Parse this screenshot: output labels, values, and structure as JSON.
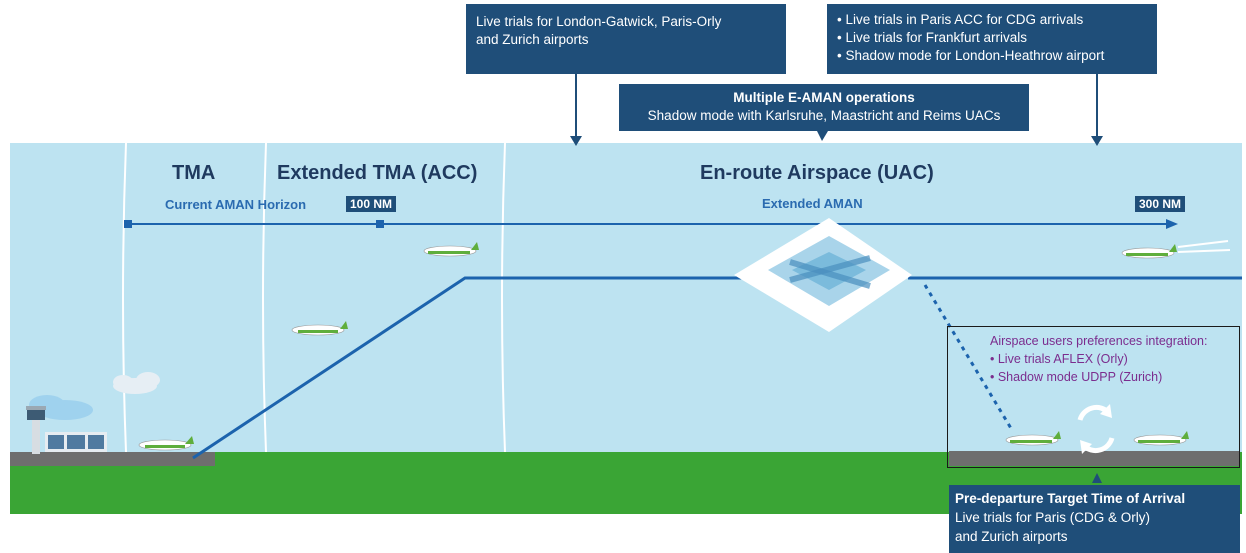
{
  "callouts": {
    "left_trials": {
      "lines": [
        "Live trials for London-Gatwick, Paris-Orly",
        "and Zurich airports"
      ]
    },
    "right_trials": {
      "lines": [
        "• Live trials in Paris ACC for CDG arrivals",
        "• Live trials for Frankfurt arrivals",
        "• Shadow mode for London-Heathrow airport"
      ]
    },
    "multiple_eaman": {
      "title": "Multiple E-AMAN operations",
      "subtitle": "Shadow mode with Karlsruhe, Maastricht and Reims UACs"
    },
    "pre_departure": {
      "title": "Pre-departure Target Time of Arrival",
      "lines": [
        "Live trials for Paris (CDG & Orly)",
        "and Zurich airports"
      ]
    }
  },
  "zones": {
    "tma": "TMA",
    "extended_tma": "Extended TMA (ACC)",
    "enroute": "En-route Airspace (UAC)"
  },
  "horizons": {
    "current_label": "Current AMAN Horizon",
    "current_badge": "100 NM",
    "extended_label": "Extended AMAN",
    "extended_badge": "300 NM"
  },
  "preferences": {
    "heading": "Airspace users preferences integration:",
    "items": [
      "• Live trials AFLEX (Orly)",
      "• Shadow mode UDPP (Zurich)"
    ]
  },
  "colors": {
    "sky": "#bde3f1",
    "grass": "#3aa535",
    "accent": "#1f4e79",
    "profile_line": "#1c63ad",
    "purple_text": "#7b2d8e"
  }
}
